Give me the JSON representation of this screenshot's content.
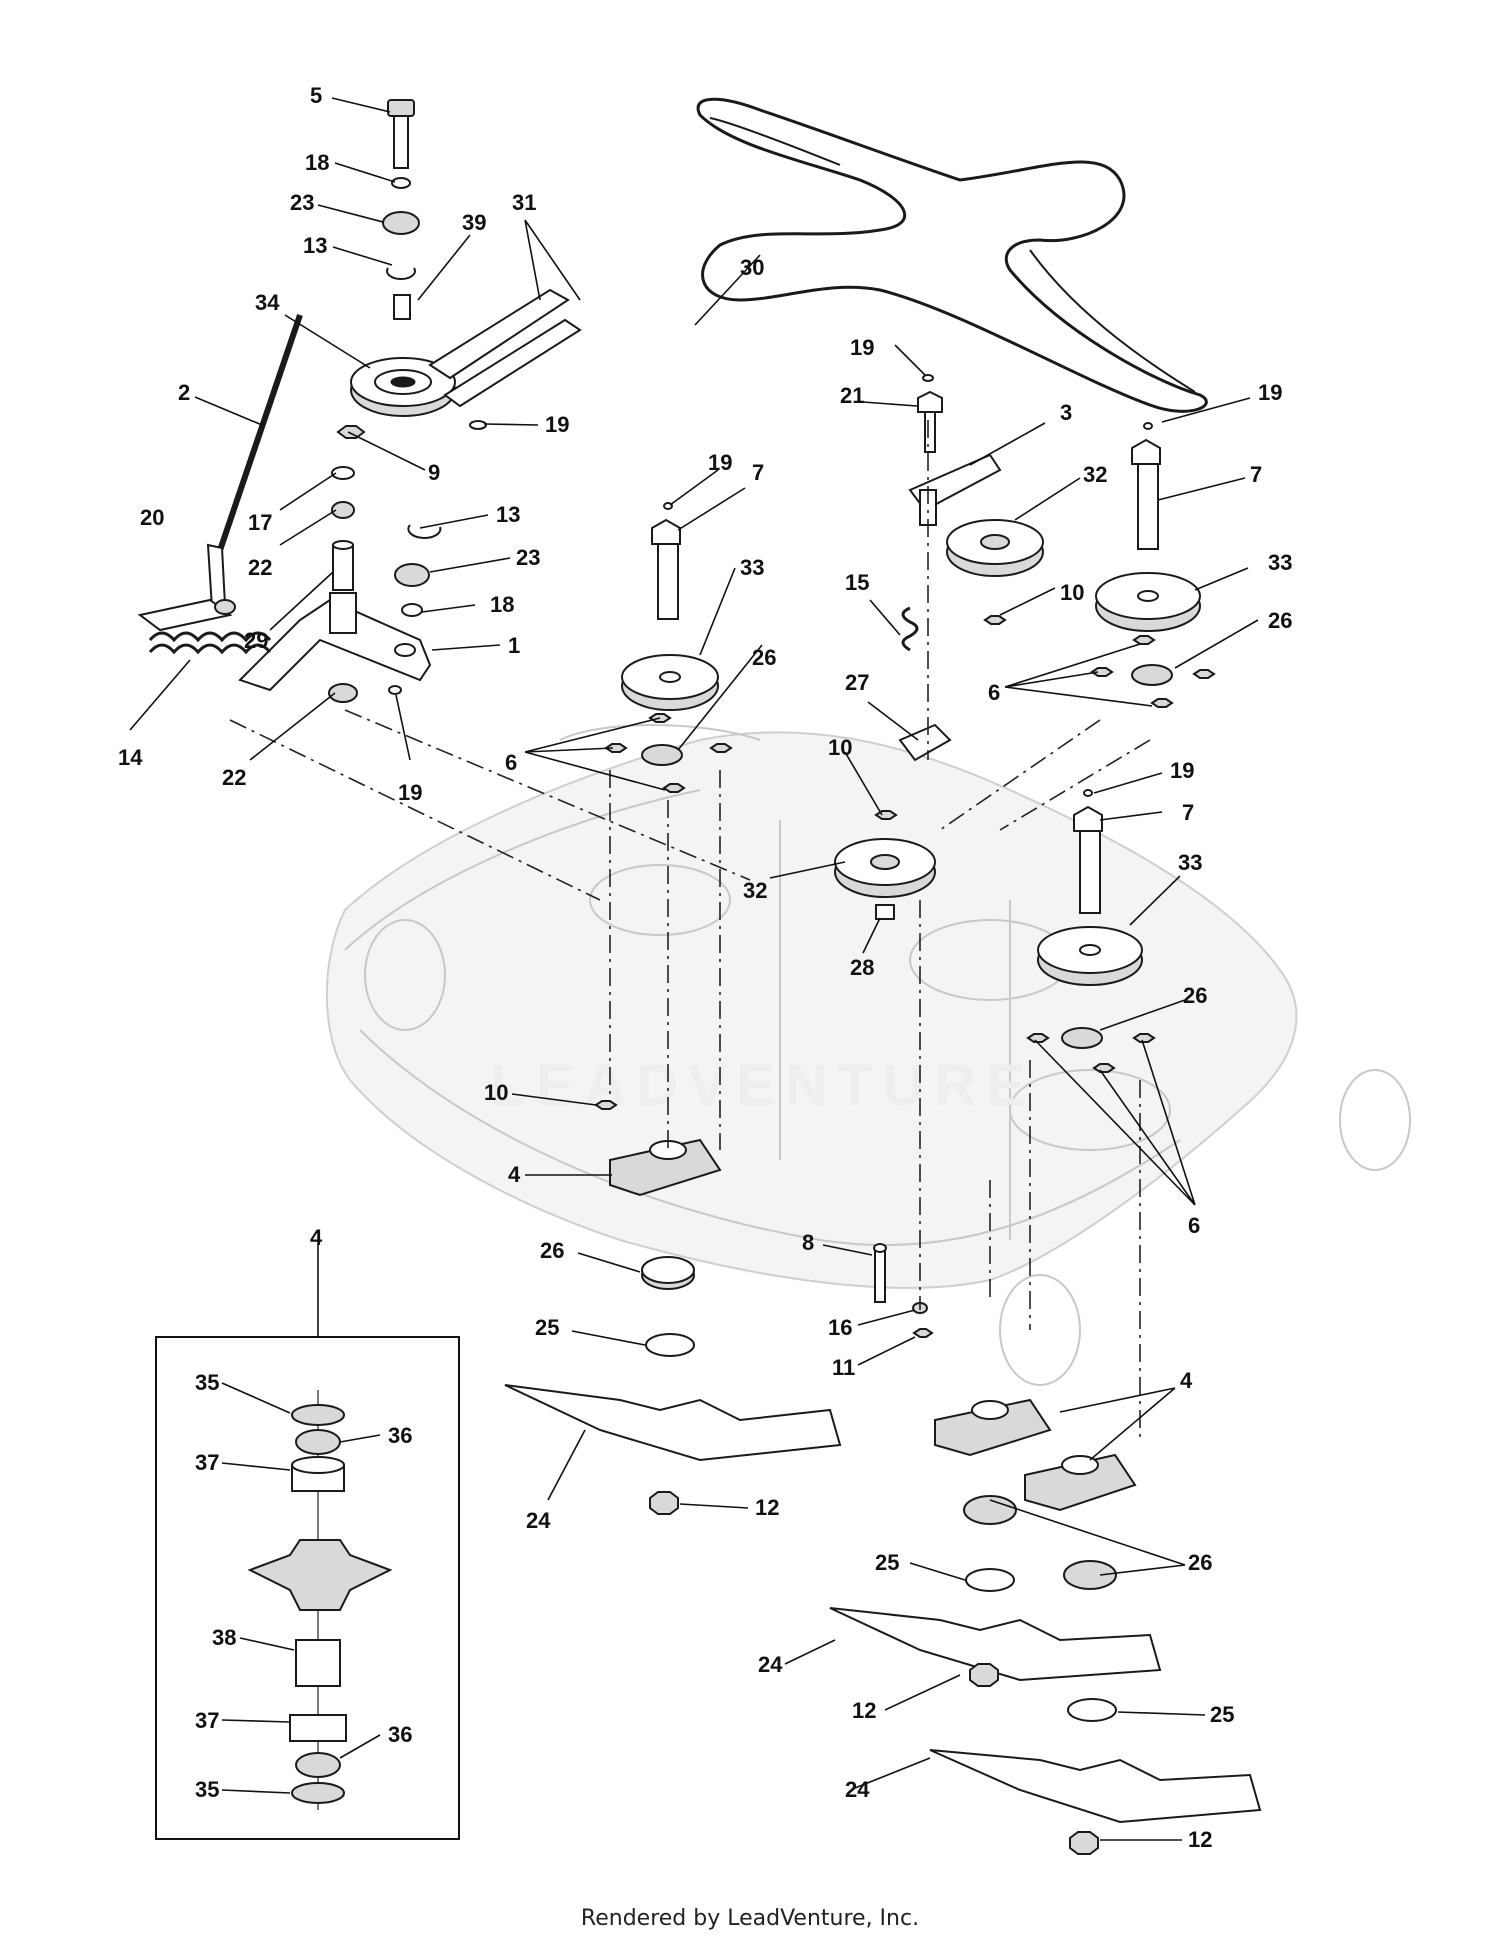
{
  "watermark": "LEADVENTURE",
  "footer": "Rendered by LeadVenture, Inc.",
  "callouts": [
    {
      "id": "c5",
      "label": "5"
    },
    {
      "id": "c18a",
      "label": "18"
    },
    {
      "id": "c23a",
      "label": "23"
    },
    {
      "id": "c13a",
      "label": "13"
    },
    {
      "id": "c39",
      "label": "39"
    },
    {
      "id": "c31",
      "label": "31"
    },
    {
      "id": "c34",
      "label": "34"
    },
    {
      "id": "c2",
      "label": "2"
    },
    {
      "id": "c19a",
      "label": "19"
    },
    {
      "id": "c9",
      "label": "9"
    },
    {
      "id": "c17",
      "label": "17"
    },
    {
      "id": "c20",
      "label": "20"
    },
    {
      "id": "c22a",
      "label": "22"
    },
    {
      "id": "c13b",
      "label": "13"
    },
    {
      "id": "c23b",
      "label": "23"
    },
    {
      "id": "c18b",
      "label": "18"
    },
    {
      "id": "c29",
      "label": "29"
    },
    {
      "id": "c1",
      "label": "1"
    },
    {
      "id": "c14",
      "label": "14"
    },
    {
      "id": "c22b",
      "label": "22"
    },
    {
      "id": "c19b",
      "label": "19"
    },
    {
      "id": "c30",
      "label": "30"
    },
    {
      "id": "c19c",
      "label": "19"
    },
    {
      "id": "c21",
      "label": "21"
    },
    {
      "id": "c3",
      "label": "3"
    },
    {
      "id": "c19d",
      "label": "19"
    },
    {
      "id": "c32a",
      "label": "32"
    },
    {
      "id": "c7a",
      "label": "7"
    },
    {
      "id": "c19e",
      "label": "19"
    },
    {
      "id": "c7b",
      "label": "7"
    },
    {
      "id": "c33a",
      "label": "33"
    },
    {
      "id": "c15",
      "label": "15"
    },
    {
      "id": "c10a",
      "label": "10"
    },
    {
      "id": "c33b",
      "label": "33"
    },
    {
      "id": "c26a",
      "label": "26"
    },
    {
      "id": "c26b",
      "label": "26"
    },
    {
      "id": "c6a",
      "label": "6"
    },
    {
      "id": "c6b",
      "label": "6"
    },
    {
      "id": "c27",
      "label": "27"
    },
    {
      "id": "c10b",
      "label": "10"
    },
    {
      "id": "c19f",
      "label": "19"
    },
    {
      "id": "c7c",
      "label": "7"
    },
    {
      "id": "c32b",
      "label": "32"
    },
    {
      "id": "c33c",
      "label": "33"
    },
    {
      "id": "c28",
      "label": "28"
    },
    {
      "id": "c26c",
      "label": "26"
    },
    {
      "id": "c10c",
      "label": "10"
    },
    {
      "id": "c4a",
      "label": "4"
    },
    {
      "id": "c6c",
      "label": "6"
    },
    {
      "id": "c26d",
      "label": "26"
    },
    {
      "id": "c8",
      "label": "8"
    },
    {
      "id": "c25a",
      "label": "25"
    },
    {
      "id": "c16",
      "label": "16"
    },
    {
      "id": "c11",
      "label": "11"
    },
    {
      "id": "c4b",
      "label": "4"
    },
    {
      "id": "c24a",
      "label": "24"
    },
    {
      "id": "c12a",
      "label": "12"
    },
    {
      "id": "c26e",
      "label": "26"
    },
    {
      "id": "c25b",
      "label": "25"
    },
    {
      "id": "c24b",
      "label": "24"
    },
    {
      "id": "c12b",
      "label": "12"
    },
    {
      "id": "c25c",
      "label": "25"
    },
    {
      "id": "c24c",
      "label": "24"
    },
    {
      "id": "c12c",
      "label": "12"
    },
    {
      "id": "c4c",
      "label": "4"
    },
    {
      "id": "c35a",
      "label": "35"
    },
    {
      "id": "c36a",
      "label": "36"
    },
    {
      "id": "c37a",
      "label": "37"
    },
    {
      "id": "c38",
      "label": "38"
    },
    {
      "id": "c37b",
      "label": "37"
    },
    {
      "id": "c36b",
      "label": "36"
    },
    {
      "id": "c35b",
      "label": "35"
    }
  ]
}
